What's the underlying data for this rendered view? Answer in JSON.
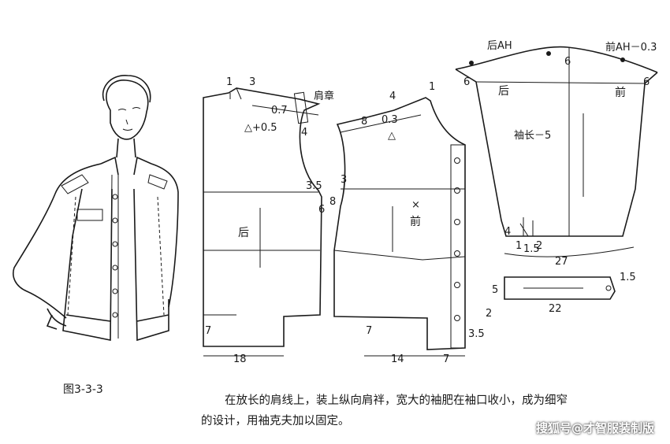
{
  "figure_label": "图3-3-3",
  "caption_line1": "在放长的肩线上，装上纵向肩袢，宽大的袖肥在袖口收小，成为细窄",
  "caption_line2": "的设计，用袖克夫加以固定。",
  "watermark": "搜狐号@才智服装制版",
  "back_panel": {
    "piece_name": "后",
    "epaulette": "肩章",
    "m1": "1",
    "m3": "3",
    "m07": "0.7",
    "tri": "△+0.5",
    "m4": "4",
    "m35": "3.5",
    "m6": "6",
    "m7": "7",
    "m18": "18"
  },
  "front_panel": {
    "piece_name": "前",
    "cross": "×",
    "m4": "4",
    "m1": "1",
    "m8": "8",
    "m03": "0.3",
    "tri": "△",
    "m3": "3",
    "m8b": "8",
    "m7": "7",
    "m14": "14",
    "m7b": "7",
    "m35": "3.5"
  },
  "sleeve": {
    "back_ah": "后AH",
    "front_ah": "前AH－0.3",
    "m6_top": "6",
    "m6_left": "6",
    "m6_right": "6",
    "back": "后",
    "front": "前",
    "length": "袖长－5",
    "m4": "4",
    "m1": "1",
    "m15": "1.5",
    "m2": "2",
    "m27": "27"
  },
  "cuff": {
    "m5": "5",
    "m15": "1.5",
    "m22": "22",
    "m2": "2"
  }
}
